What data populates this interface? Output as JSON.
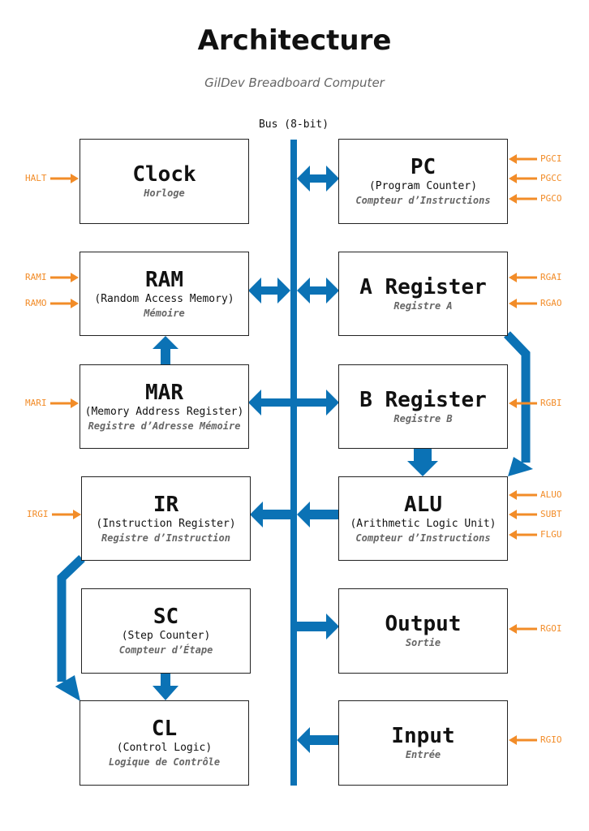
{
  "title": "Architecture",
  "subtitle": "GilDev Breadboard Computer",
  "bus_label": "Bus (8-bit)",
  "colors": {
    "bus": "#0b72b5",
    "signal": "#f28c28",
    "text": "#111111",
    "muted": "#666666"
  },
  "modules": {
    "clock": {
      "name": "Clock",
      "fr": "Horloge",
      "signals": [
        "HALT"
      ]
    },
    "pc": {
      "name": "PC",
      "full": "(Program Counter)",
      "fr": "Compteur d’Instructions",
      "signals": [
        "PGCI",
        "PGCC",
        "PGCO"
      ]
    },
    "ram": {
      "name": "RAM",
      "full": "(Random Access Memory)",
      "fr": "Mémoire",
      "signals": [
        "RAMI",
        "RAMO"
      ]
    },
    "areg": {
      "name": "A Register",
      "fr": "Registre A",
      "signals": [
        "RGAI",
        "RGAO"
      ]
    },
    "mar": {
      "name": "MAR",
      "full": "(Memory Address Register)",
      "fr": "Registre d’Adresse Mémoire",
      "signals": [
        "MARI"
      ]
    },
    "breg": {
      "name": "B Register",
      "fr": "Registre B",
      "signals": [
        "RGBI"
      ]
    },
    "ir": {
      "name": "IR",
      "full": "(Instruction Register)",
      "fr": "Registre d’Instruction",
      "signals": [
        "IRGI"
      ]
    },
    "alu": {
      "name": "ALU",
      "full": "(Arithmetic Logic Unit)",
      "fr": "Compteur d’Instructions",
      "signals": [
        "ALUO",
        "SUBT",
        "FLGU"
      ]
    },
    "sc": {
      "name": "SC",
      "full": "(Step Counter)",
      "fr": "Compteur d’Étape"
    },
    "output": {
      "name": "Output",
      "fr": "Sortie",
      "signals": [
        "RGOI"
      ]
    },
    "cl": {
      "name": "CL",
      "full": "(Control Logic)",
      "fr": "Logique de Contrôle"
    },
    "input": {
      "name": "Input",
      "fr": "Entrée",
      "signals": [
        "RGIO"
      ]
    }
  }
}
